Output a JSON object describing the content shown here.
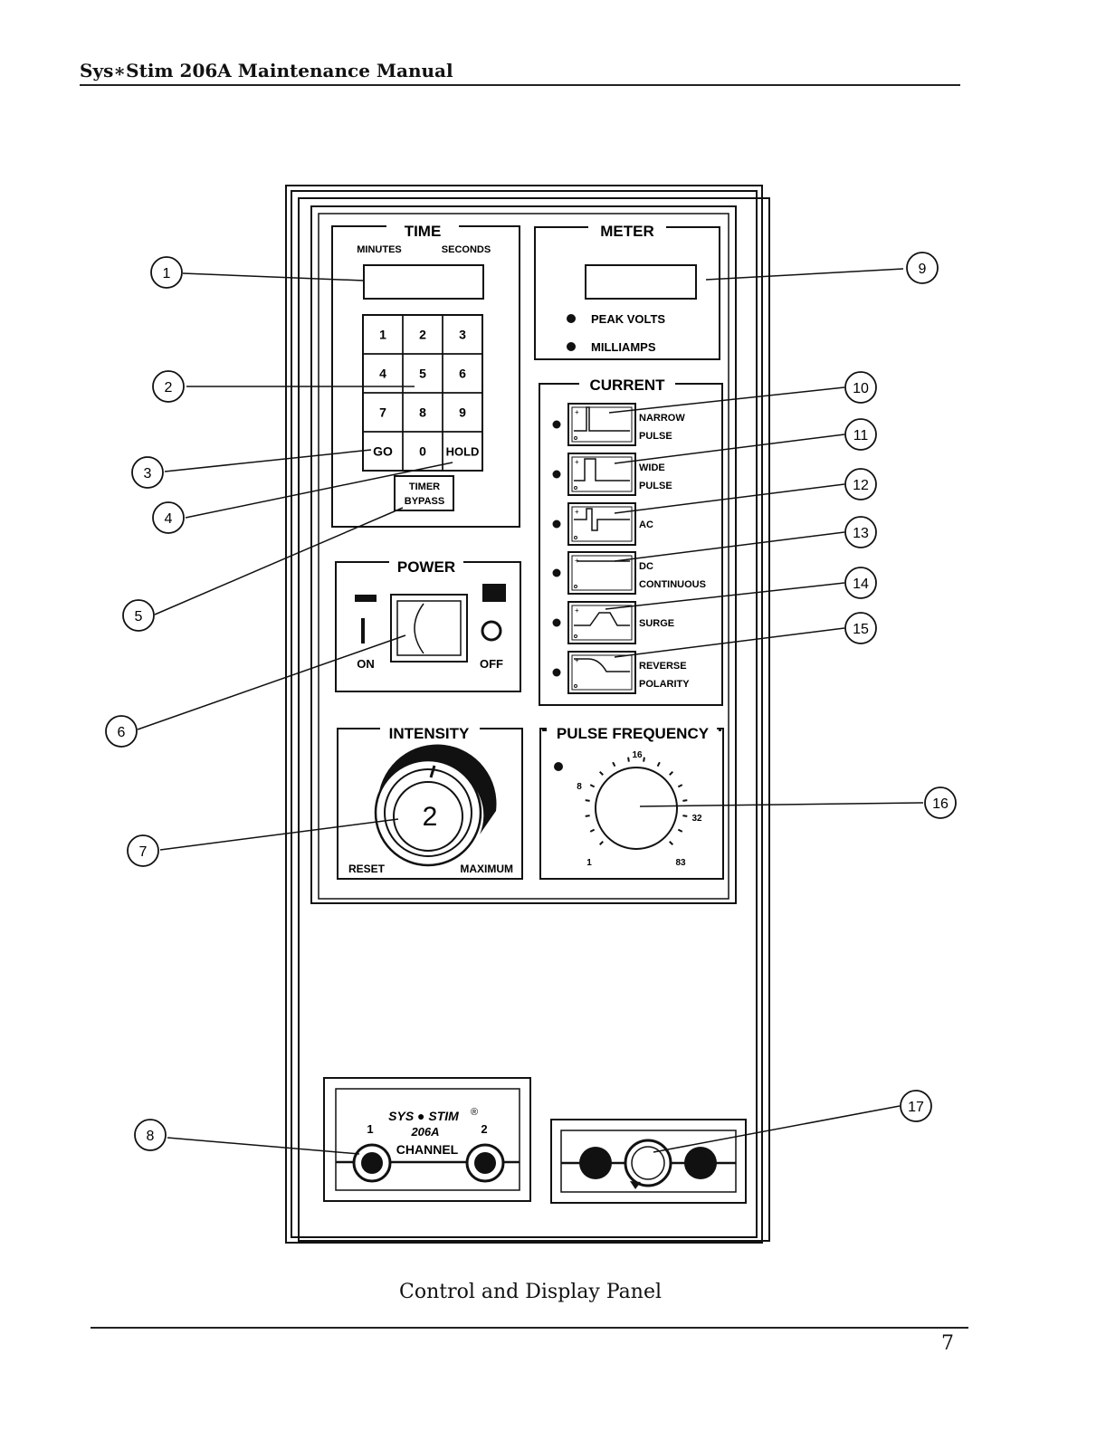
{
  "header": {
    "title": "Sys∗Stim 206A Maintenance Manual"
  },
  "caption": "Control and Display Panel",
  "page_number": "7",
  "panel": {
    "time": {
      "title": "TIME",
      "minutes_label": "MINUTES",
      "seconds_label": "SECONDS",
      "keys": [
        "1",
        "2",
        "3",
        "4",
        "5",
        "6",
        "7",
        "8",
        "9",
        "GO",
        "0",
        "HOLD"
      ],
      "timer_bypass": [
        "TIMER",
        "BYPASS"
      ]
    },
    "meter": {
      "title": "METER",
      "peak_volts": "PEAK VOLTS",
      "milliamps": "MILLIAMPS"
    },
    "current": {
      "title": "CURRENT",
      "modes": [
        {
          "line1": "NARROW",
          "line2": "PULSE"
        },
        {
          "line1": "WIDE",
          "line2": "PULSE"
        },
        {
          "line1": "AC",
          "line2": ""
        },
        {
          "line1": "DC",
          "line2": "CONTINUOUS"
        },
        {
          "line1": "SURGE",
          "line2": ""
        },
        {
          "line1": "REVERSE",
          "line2": "POLARITY"
        }
      ]
    },
    "power": {
      "title": "POWER",
      "on_label": "ON",
      "off_label": "OFF"
    },
    "intensity": {
      "title": "INTENSITY",
      "knob_value": "2",
      "reset_label": "RESET",
      "maximum_label": "MAXIMUM"
    },
    "pulse_frequency": {
      "title": "PULSE FREQUENCY",
      "scale": [
        "1",
        "8",
        "16",
        "32",
        "83"
      ]
    },
    "channel": {
      "brand": "SYS ● STIM",
      "reg": "®",
      "model": "206A",
      "label": "CHANNEL",
      "ch1": "1",
      "ch2": "2"
    }
  },
  "callouts": [
    "1",
    "2",
    "3",
    "4",
    "5",
    "6",
    "7",
    "8",
    "9",
    "10",
    "11",
    "12",
    "13",
    "14",
    "15",
    "16",
    "17"
  ]
}
